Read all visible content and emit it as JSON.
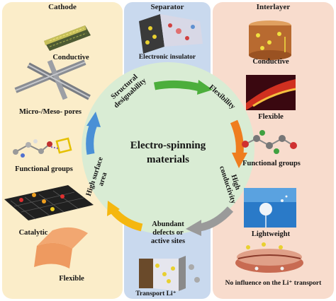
{
  "panels": {
    "cathode": {
      "title": "Cathode",
      "items": [
        "Conductive",
        "Micro-/Meso- pores",
        "Functional groups",
        "Catalytic",
        "Flexible"
      ]
    },
    "separator": {
      "title": "Separator",
      "items": [
        "Electronic insulator",
        "Transport Li⁺"
      ]
    },
    "interlayer": {
      "title": "Interlayer",
      "items": [
        "Conductive",
        "Flexible",
        "Functional groups",
        "Lightweight",
        "No influence on the Li⁺ transport"
      ]
    }
  },
  "cycle": {
    "center_line1": "Electro-spinning",
    "center_line2": "materials",
    "steps": [
      {
        "line1": "Structural",
        "line2": "designability"
      },
      {
        "line1": "Flexibility",
        "line2": ""
      },
      {
        "line1": "High",
        "line2": "conductivity"
      },
      {
        "line1": "Abundant",
        "line2": "defects or",
        "line3": "active sites"
      },
      {
        "line1": "High surface",
        "line2": "area"
      }
    ],
    "arrow_colors": [
      "#4cae3c",
      "#ef7d1f",
      "#9a9a9a",
      "#f5b70f",
      "#4a90d6"
    ]
  },
  "colors": {
    "cathode_bg": "#fbedc9",
    "separator_bg": "#c9d9ee",
    "interlayer_bg": "#f8dccd",
    "circle_bg": "#d9ecd4"
  }
}
